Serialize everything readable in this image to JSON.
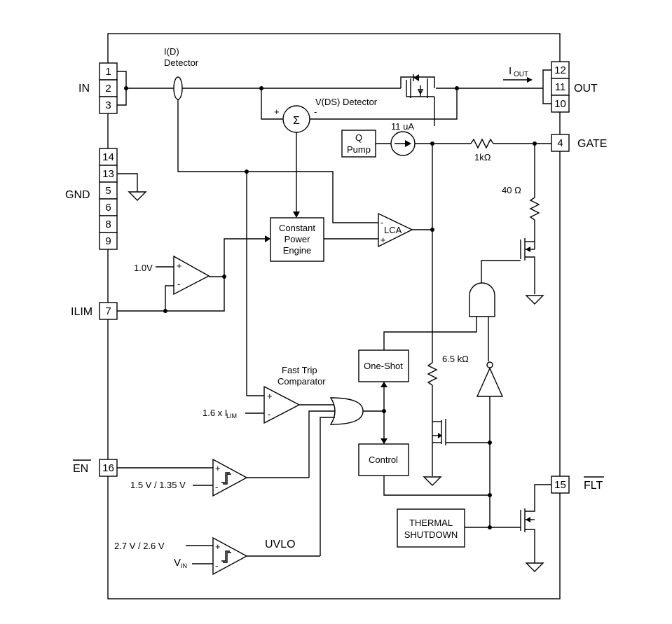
{
  "pins": [
    {
      "num": "1"
    },
    {
      "num": "2"
    },
    {
      "num": "3"
    },
    {
      "num": "14"
    },
    {
      "num": "13"
    },
    {
      "num": "5"
    },
    {
      "num": "6"
    },
    {
      "num": "8"
    },
    {
      "num": "9"
    },
    {
      "num": "7"
    },
    {
      "num": "16"
    },
    {
      "num": "12"
    },
    {
      "num": "11"
    },
    {
      "num": "10"
    },
    {
      "num": "4"
    },
    {
      "num": "15"
    }
  ],
  "pin_names": {
    "in": "IN",
    "gnd": "GND",
    "ilim": "ILIM",
    "en": "EN",
    "out": "OUT",
    "gate": "GATE",
    "flt": "FLT"
  },
  "blocks": {
    "id_detector_1": "I(D)",
    "id_detector_2": "Detector",
    "vds_detector": "V(DS) Detector",
    "sum_symbol": "Σ",
    "plus": "+",
    "minus": "-",
    "q_pump_1": "Q",
    "q_pump_2": "Pump",
    "current_source": "11 uA",
    "r_gate": "1kΩ",
    "r_40": "40 Ω",
    "r_65": "6.5 kΩ",
    "cpe_1": "Constant",
    "cpe_2": "Power",
    "cpe_3": "Engine",
    "lca": "LCA",
    "ref_1v": "1.0V",
    "fast_trip_1": "Fast Trip",
    "fast_trip_2": "Comparator",
    "ilim_ref_prefix": "1.6 x I",
    "ilim_ref_sub": "LIM",
    "one_shot": "One-Shot",
    "control": "Control",
    "en_threshold": "1.5 V / 1.35 V",
    "uvlo_threshold": "2.7 V / 2.6 V",
    "vin": "V",
    "vin_sub": "IN",
    "uvlo": "UVLO",
    "thermal_1": "THERMAL",
    "thermal_2": "SHUTDOWN",
    "iout": "I",
    "iout_sub": "OUT"
  }
}
